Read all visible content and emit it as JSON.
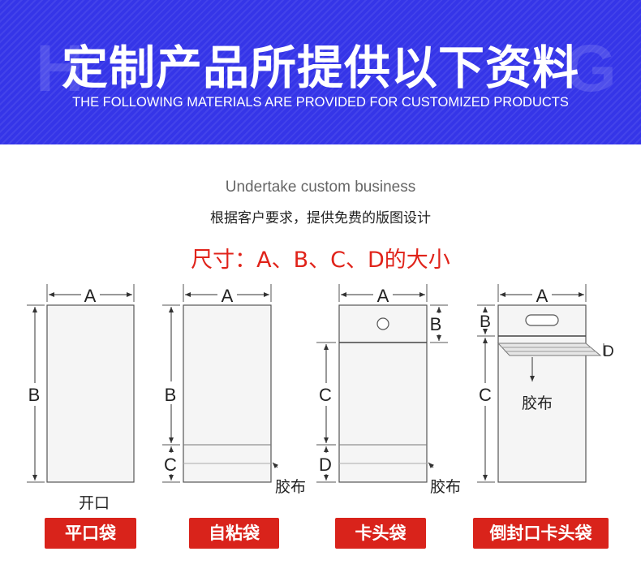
{
  "header": {
    "title": "定制产品所提供以下资料",
    "subtitle": "THE FOLLOWING MATERIALS ARE PROVIDED FOR CUSTOMIZED PRODUCTS"
  },
  "intro": {
    "english": "Undertake custom business",
    "chinese": "根据客户要求，提供免费的版图设计",
    "sizes": "尺寸：A、B、C、D的大小"
  },
  "dimension_labels": {
    "a": "A",
    "b": "B",
    "c": "C",
    "d": "D"
  },
  "annotations": {
    "opening": "开口",
    "glue": "胶布"
  },
  "bag_types": [
    "平口袋",
    "自粘袋",
    "卡头袋",
    "倒封口卡头袋"
  ],
  "colors": {
    "banner": "#3535e8",
    "accent_red": "#d9231b",
    "line": "#555555"
  }
}
